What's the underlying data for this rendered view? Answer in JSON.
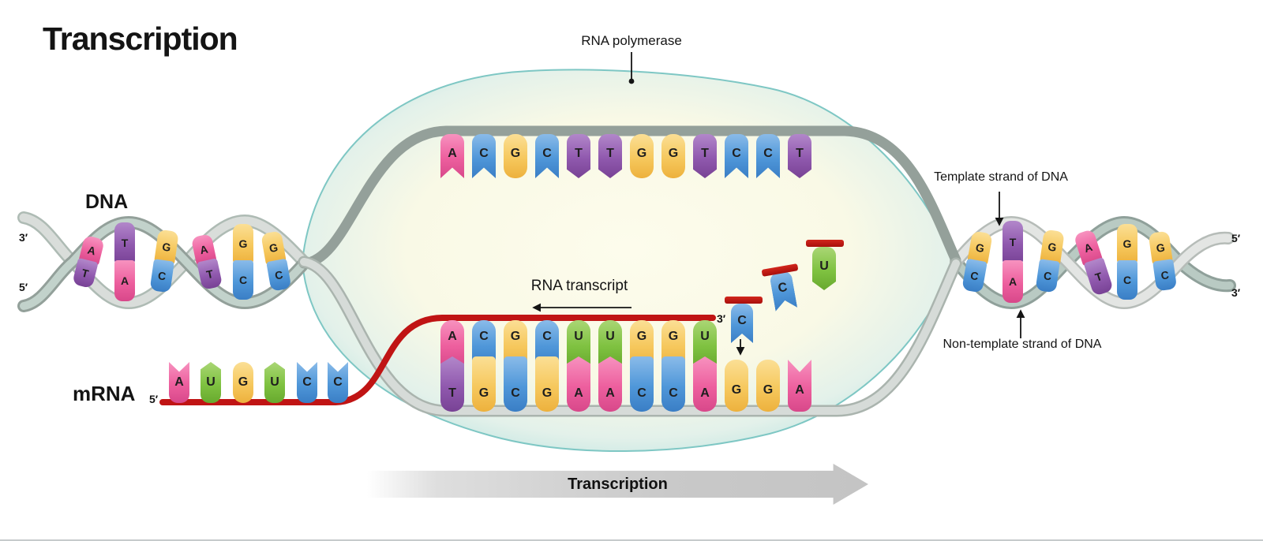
{
  "title": "Transcription",
  "labels": {
    "rna_polymerase": "RNA polymerase",
    "dna": "DNA",
    "mrna": "mRNA",
    "rna_transcript": "RNA transcript",
    "template_strand": "Template strand of DNA",
    "non_template_strand": "Non-template strand of DNA",
    "transcription_arrow": "Transcription"
  },
  "terminals": {
    "dna_left_top": "3′",
    "dna_left_bottom": "5′",
    "dna_right_top": "5′",
    "dna_right_bottom": "3′",
    "mrna_five_prime": "5′",
    "transcript_three_prime": "3′"
  },
  "sequences": {
    "non_template_strand_top": [
      "A",
      "C",
      "G",
      "C",
      "T",
      "T",
      "G",
      "G",
      "T",
      "C",
      "C",
      "T"
    ],
    "rna_transcript": [
      "A",
      "C",
      "G",
      "C",
      "U",
      "U",
      "G",
      "G",
      "U"
    ],
    "template_strand_bottom": [
      "T",
      "G",
      "C",
      "G",
      "A",
      "A",
      "C",
      "C",
      "A",
      "G",
      "G",
      "A"
    ],
    "mrna_tail": [
      "A",
      "U",
      "G",
      "U",
      "C",
      "C"
    ],
    "incoming_nucleotides": [
      "C",
      "C",
      "U"
    ],
    "left_helix_pairs": [
      [
        "A",
        "T"
      ],
      [
        "T",
        "A"
      ],
      [
        "G",
        "C"
      ],
      [
        "A",
        "T"
      ],
      [
        "G",
        "C"
      ],
      [
        "G",
        "C"
      ]
    ],
    "right_helix_pairs": [
      [
        "G",
        "C"
      ],
      [
        "T",
        "A"
      ],
      [
        "G",
        "C"
      ],
      [
        "A",
        "T"
      ],
      [
        "G",
        "C"
      ],
      [
        "G",
        "C"
      ]
    ]
  },
  "colors": {
    "adenine": "#ed5f9e",
    "cytosine": "#4f97d9",
    "guanine": "#f6c85d",
    "thymine": "#9059ae",
    "uracil": "#7fc241",
    "rna_backbone": "#c01414",
    "dna_strand_dark": "#98a49e",
    "dna_strand_light": "#d6dbd8",
    "polymerase_fill": "#fdfcec",
    "polymerase_edge": "#7ec7c4"
  }
}
